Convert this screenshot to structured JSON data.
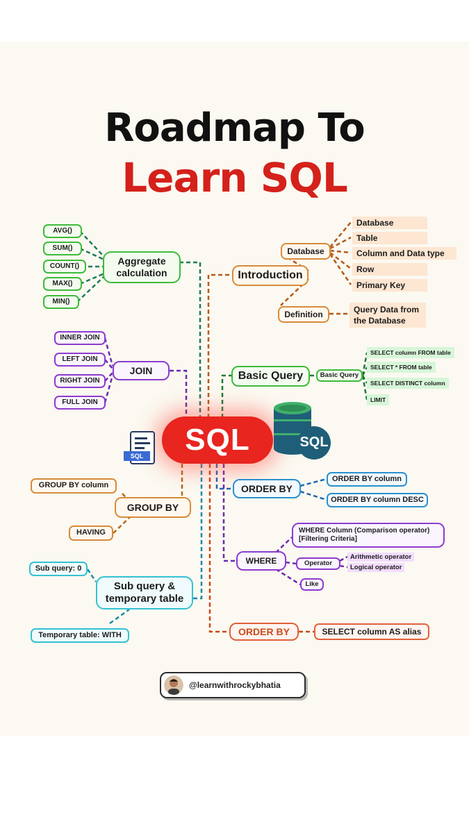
{
  "title": {
    "line1": "Roadmap To",
    "line2": "Learn SQL"
  },
  "center": {
    "label": "SQL",
    "db_badge": "SQL",
    "doc_badge": "SQL"
  },
  "aggregate": {
    "label": "Aggregate calculation",
    "items": [
      "AVG()",
      "SUM()",
      "COUNT()",
      "MAX()",
      "MIN()"
    ]
  },
  "introduction": {
    "label": "Introduction",
    "database": {
      "label": "Database",
      "items": [
        "Database",
        "Table",
        "Column and Data type",
        "Row",
        "Primary Key"
      ]
    },
    "definition": {
      "label": "Definition",
      "detail": "Query Data from the Database"
    }
  },
  "join": {
    "label": "JOIN",
    "items": [
      "INNER JOIN",
      "LEFT JOIN",
      "RIGHT JOIN",
      "FULL JOIN"
    ]
  },
  "basic_query": {
    "label": "Basic Query",
    "sub_label": "Basic Query",
    "items": [
      "SELECT column FROM table",
      "SELECT * FROM table",
      "SELECT DISTINCT column",
      "LIMIT"
    ]
  },
  "order_by": {
    "label": "ORDER BY",
    "items": [
      "ORDER BY column",
      "ORDER BY column DESC"
    ]
  },
  "group_by": {
    "label": "GROUP BY",
    "items": [
      "GROUP BY column",
      "HAVING"
    ]
  },
  "where": {
    "label": "WHERE",
    "condition": "WHERE Column (Comparison operator) [Filtering Criteria]",
    "operator": {
      "label": "Operator",
      "items": [
        "Arithmetic operator",
        "Logical operator"
      ]
    },
    "like": "Like"
  },
  "subquery": {
    "label": "Sub query & temporary table",
    "items": [
      "Sub query: 0",
      "Temporary table: WITH"
    ]
  },
  "order_by_alias": {
    "label": "ORDER BY",
    "detail": "SELECT column AS alias"
  },
  "handle": "@learnwithrockybhatia",
  "colors": {
    "core_red": "#e8251f",
    "title_red": "#d4211b",
    "green": "#3dbb3a",
    "orange": "#d78b3a",
    "purple": "#8e3bd0",
    "blue": "#2b8fd0",
    "cyan": "#33c1d2",
    "red_orange": "#e0613a",
    "db_teal": "#1f5e78",
    "db_green": "#3fb06b"
  },
  "icons": [
    "database-cylinder-icon",
    "sql-document-icon",
    "avatar-photo"
  ]
}
